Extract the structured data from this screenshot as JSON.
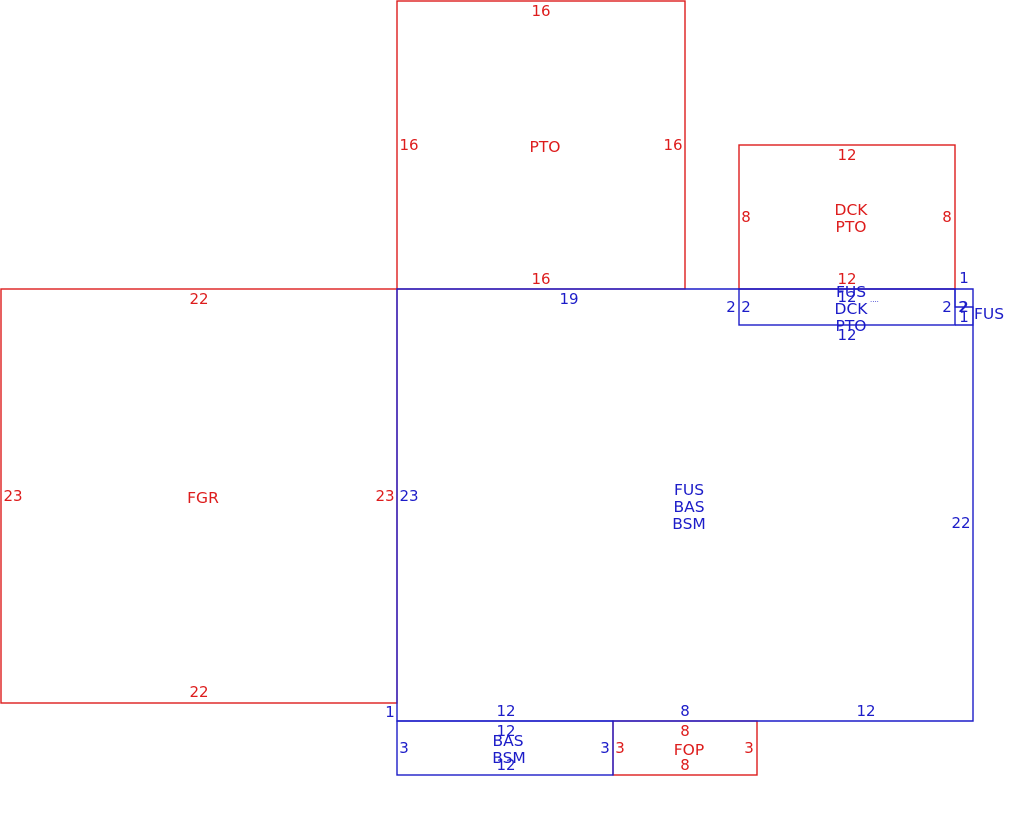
{
  "colors": {
    "red": "#dd1c1c",
    "blue": "#1c1cc8"
  },
  "sections": {
    "pto_top": {
      "code": "PTO",
      "dims": {
        "top": "16",
        "left": "16",
        "right": "16",
        "bottom": "16"
      }
    },
    "dck_pto": {
      "codes": [
        "DCK",
        "PTO"
      ],
      "dims": {
        "top": "12",
        "left": "8",
        "right": "8",
        "bottom": "12"
      }
    },
    "fus_dck_pto": {
      "codes": [
        "FUS",
        "DCK",
        "PTO"
      ],
      "overlap_top": "12",
      "dots": "....",
      "dims": {
        "left_outer": "2",
        "left": "2",
        "right": "2",
        "right_inner": "2",
        "bottom": "12"
      }
    },
    "fus_side": {
      "code": "FUS",
      "dims": {
        "top": "1",
        "right_a": "2",
        "right_b": "1"
      }
    },
    "fgr": {
      "code": "FGR",
      "dims": {
        "top": "22",
        "left": "23",
        "right": "23",
        "bottom": "22"
      }
    },
    "main": {
      "codes": [
        "FUS",
        "BAS",
        "BSM"
      ],
      "dims": {
        "top": "19",
        "left": "23",
        "right": "22",
        "bottom_left_step": "1",
        "bottom_a": "12",
        "bottom_b": "8",
        "bottom_c": "12"
      }
    },
    "bas_bsm": {
      "codes": [
        "BAS",
        "BSM"
      ],
      "dims": {
        "top": "12",
        "left": "3",
        "right": "3",
        "bottom": "12"
      }
    },
    "fop": {
      "code": "FOP",
      "dims": {
        "top": "8",
        "left": "3",
        "right": "3",
        "bottom": "8"
      }
    }
  }
}
